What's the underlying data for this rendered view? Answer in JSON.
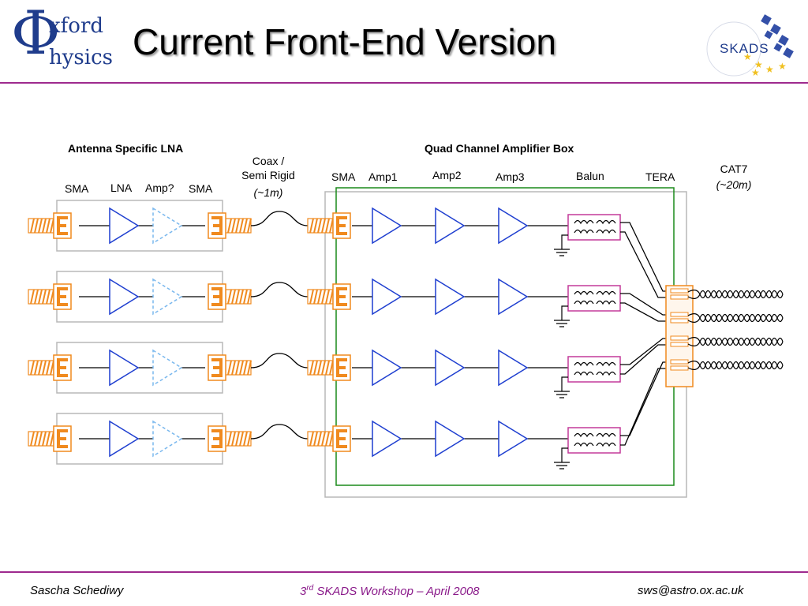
{
  "header": {
    "title": "Current Front-End Version",
    "oxford_logo": {
      "phi": "Φ",
      "line1": "xford",
      "line2": "hysics"
    },
    "skads_logo": {
      "text": "SKADS"
    }
  },
  "diagram": {
    "antenna_group_label": "Antenna Specific LNA",
    "box_group_label": "Quad Channel Amplifier Box",
    "coax_label_1": "Coax /",
    "coax_label_2": "Semi Rigid",
    "coax_label_3": "(~1m)",
    "cat7_label_1": "CAT7",
    "cat7_label_2": "(~20m)",
    "col_sma_in": "SMA",
    "col_lna": "LNA",
    "col_amp_opt": "Amp?",
    "col_sma_out": "SMA",
    "col_sma_box": "SMA",
    "col_amp1": "Amp1",
    "col_amp2": "Amp2",
    "col_amp3": "Amp3",
    "col_balun": "Balun",
    "col_tera": "TERA",
    "channel_count": 4,
    "colors": {
      "connector": "#f08a1e",
      "amplifier": "#1f3fd0",
      "amp_optional": "#7ab8ee",
      "balun": "#c43a9a",
      "inner_box": "#1a8a1a",
      "outer_box": "#b8b8b8",
      "rule": "#9e2a8e"
    }
  },
  "footer": {
    "author": "Sascha Schediwy",
    "event_prefix": "3",
    "event_sup": "rd",
    "event_rest": " SKADS Workshop – April 2008",
    "email": "sws@astro.ox.ac.uk"
  }
}
